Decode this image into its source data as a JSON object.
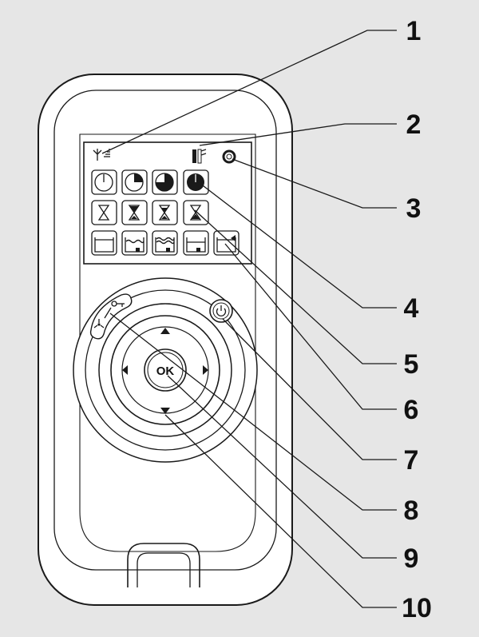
{
  "figure": {
    "ok_button_label": "OK",
    "callouts": [
      {
        "number": "1",
        "target": "signal-indicator"
      },
      {
        "number": "2",
        "target": "battery-indicator"
      },
      {
        "number": "3",
        "target": "settings-indicator"
      },
      {
        "number": "4",
        "target": "clock-icon-row"
      },
      {
        "number": "5",
        "target": "hourglass-icon-row"
      },
      {
        "number": "6",
        "target": "water-level-icon-row"
      },
      {
        "number": "7",
        "target": "power-button"
      },
      {
        "number": "8",
        "target": "fan-key-button"
      },
      {
        "number": "9",
        "target": "ok-button"
      },
      {
        "number": "10",
        "target": "down-arrow-button"
      }
    ]
  },
  "colors": {
    "background": "#e6e6e6",
    "device_body": "#ffffff",
    "outline": "#1a1a1a"
  }
}
